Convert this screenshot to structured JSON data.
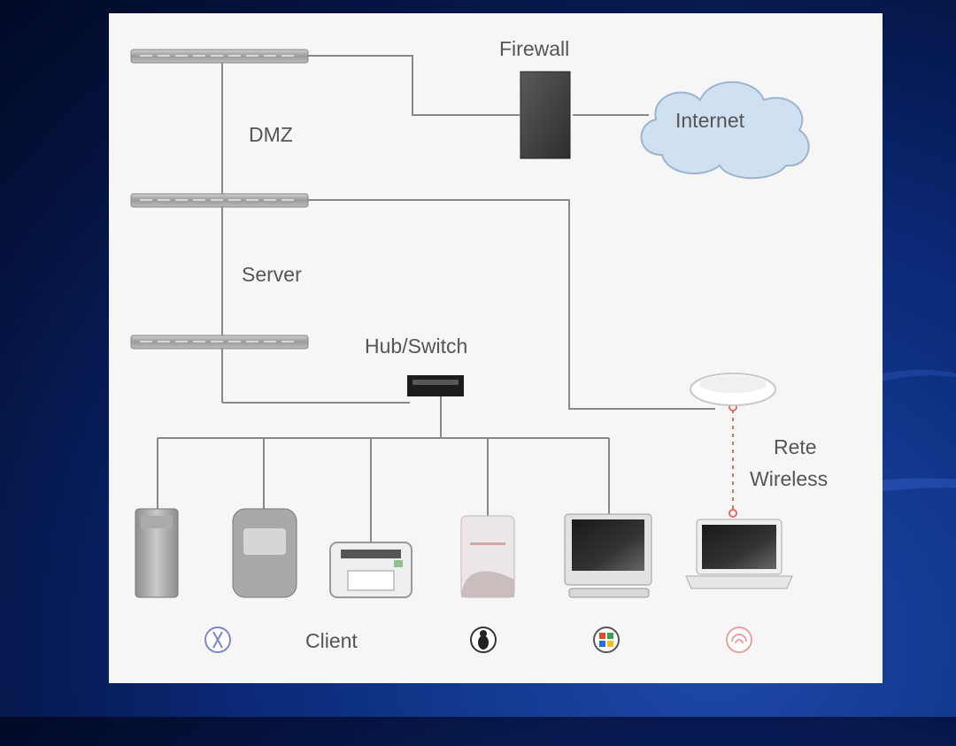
{
  "labels": {
    "firewall": "Firewall",
    "internet": "Internet",
    "dmz": "DMZ",
    "server": "Server",
    "hub_switch": "Hub/Switch",
    "wireless_line1": "Rete",
    "wireless_line2": "Wireless",
    "client": "Client"
  },
  "colors": {
    "panel": "#f6f6f6",
    "line": "#888888",
    "cloud": "#cfe0f0",
    "wireless_link": "#e07060"
  },
  "os_icons": [
    "mac-os-icon",
    "linux-icon",
    "windows-icon",
    "wireless-os-icon"
  ]
}
